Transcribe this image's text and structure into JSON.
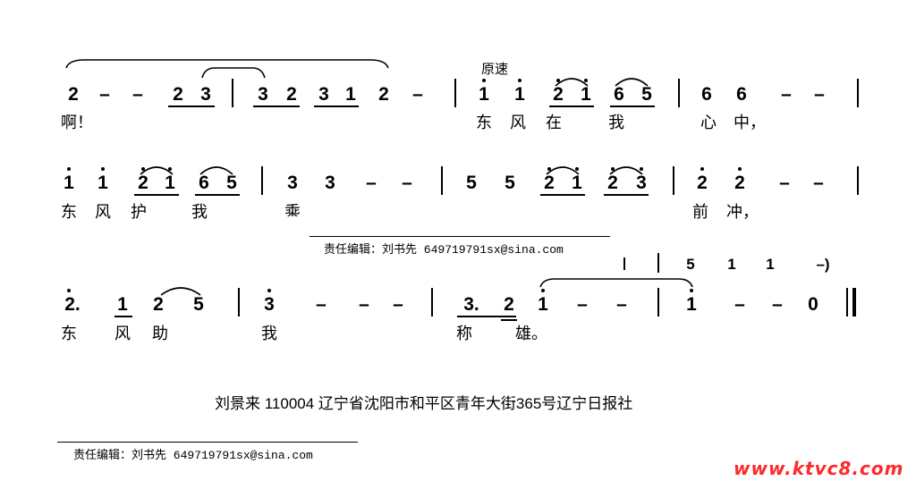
{
  "tempo_mark": "原速",
  "notes": {
    "dash": "–",
    "r1": [
      "2",
      "2",
      "3",
      "3",
      "2",
      "3",
      "1",
      "2",
      "1",
      "1",
      "2",
      "1",
      "6",
      "5",
      "6",
      "6"
    ],
    "r2": [
      "1",
      "1",
      "2",
      "1",
      "6",
      "5",
      "3",
      "3",
      "5",
      "5",
      "2",
      "1",
      "2",
      "3",
      "2",
      "2"
    ],
    "r3": [
      "2.",
      "1",
      "2",
      "5",
      "3",
      "3.",
      "2",
      "1",
      "1",
      "0"
    ],
    "interlude": [
      "5",
      "1",
      "1",
      "–)"
    ]
  },
  "lyrics": {
    "r1": [
      "啊！",
      "东",
      "风",
      "在",
      "我",
      "心",
      "中，"
    ],
    "r2": [
      "东",
      "风",
      "护",
      "我",
      "乘",
      "前",
      "冲，"
    ],
    "r3": [
      "东",
      "风",
      "助",
      "我",
      "称",
      "雄。"
    ]
  },
  "credit_line": "责任编辑：刘书先  649719791sx@sina.com",
  "address_line": "刘景来   110004   辽宁省沈阳市和平区青年大街365号辽宁日报社",
  "watermark": "www.ktvc8.com"
}
